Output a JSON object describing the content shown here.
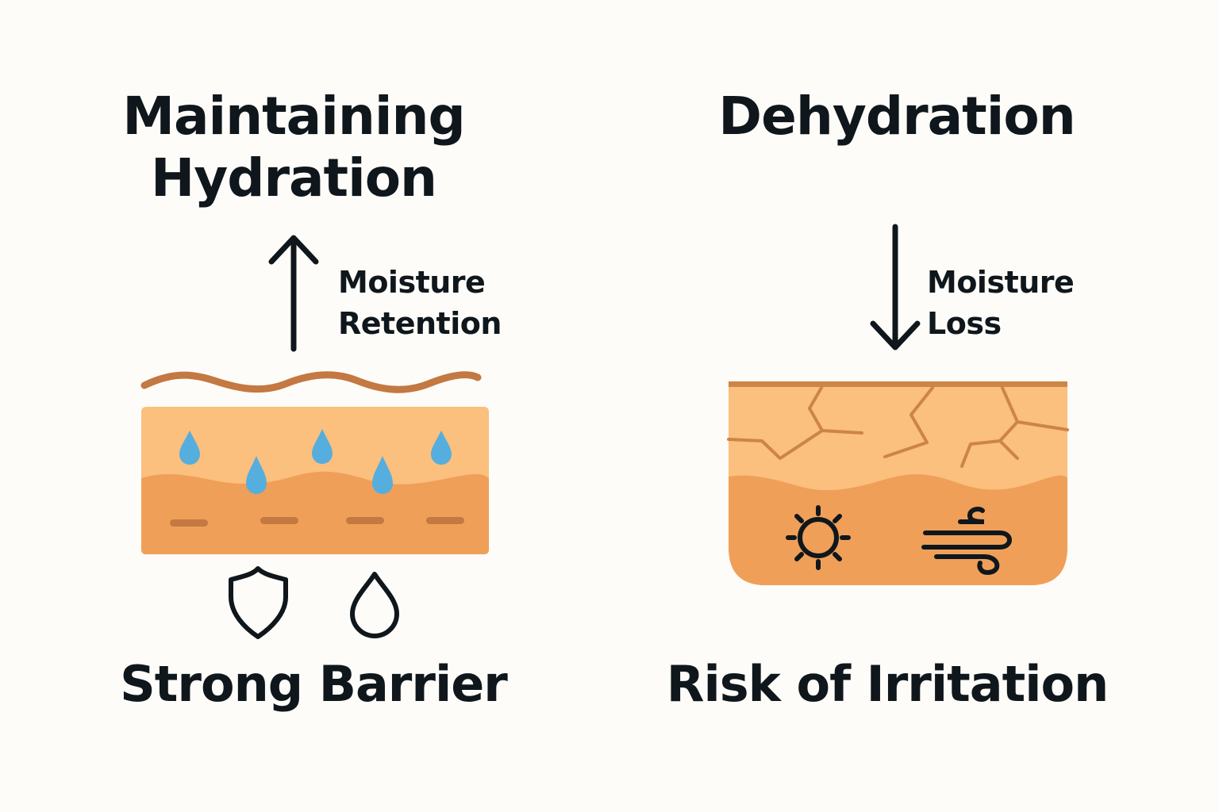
{
  "left_panel": {
    "title_line1": "Maintaining",
    "title_line2": "Hydration",
    "arrow_label_line1": "Moisture",
    "arrow_label_line2": "Retention",
    "arrow_direction": "up",
    "caption": "Strong Barrier",
    "icons": [
      "shield-icon",
      "water-drop-icon"
    ],
    "skin_state": "hydrated"
  },
  "right_panel": {
    "title": "Dehydration",
    "arrow_label_line1": "Moisture",
    "arrow_label_line2": "Loss",
    "arrow_direction": "down",
    "caption": "Risk of Irritation",
    "icons": [
      "sun-icon",
      "wind-icon"
    ],
    "skin_state": "cracked"
  },
  "colors": {
    "background": "#fdfcf8",
    "text": "#0f171c",
    "skin_top": "#fbbf7e",
    "skin_bottom": "#f09f58",
    "skin_line": "#c47842",
    "droplet": "#55aede",
    "crack": "#cc8545"
  }
}
